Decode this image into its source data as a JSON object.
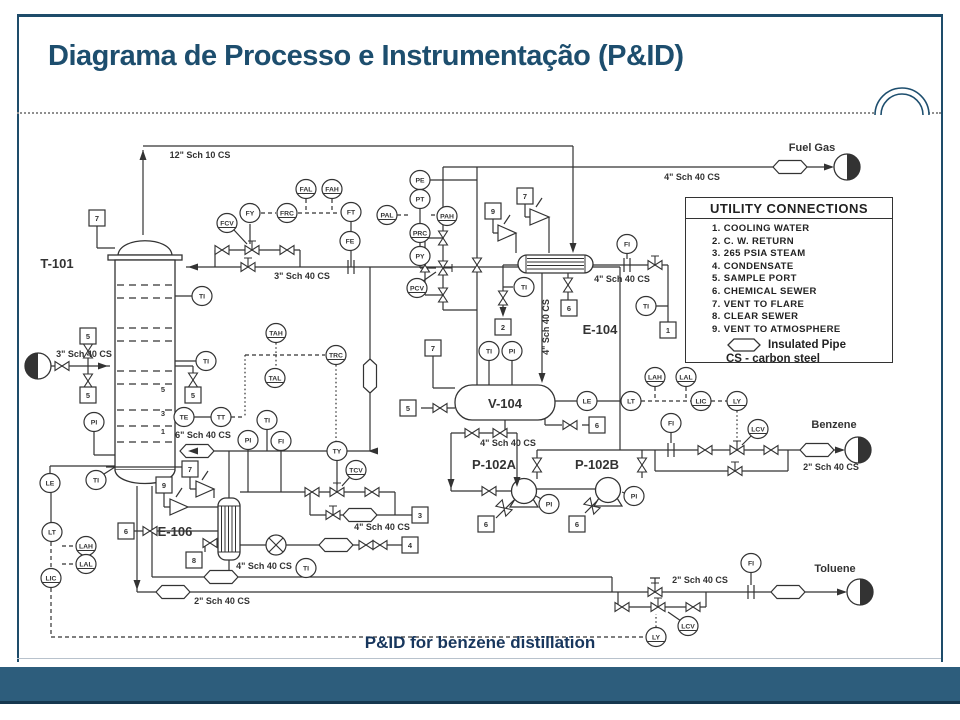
{
  "slide": {
    "title": "Diagrama de Processo e Instrumentação (P&ID)",
    "caption": "P&ID for benzene distillation"
  },
  "utility_box": {
    "title": "UTILITY CONNECTIONS",
    "items": [
      "1.  COOLING WATER",
      "2.  C. W. RETURN",
      "3.  265 PSIA STEAM",
      "4.  CONDENSATE",
      "5.  SAMPLE PORT",
      "6.  CHEMICAL SEWER",
      "7.  VENT TO FLARE",
      "8.  CLEAR SEWER",
      "9.  VENT TO ATMOSPHERE"
    ],
    "insulated_pipe_label": "Insulated Pipe",
    "cs_note": "CS - carbon steel"
  },
  "diagram": {
    "equipment_labels": [
      [
        "T-101",
        57,
        268
      ],
      [
        "E-104",
        600,
        334
      ],
      [
        "E-106",
        175,
        536
      ],
      [
        "V-104",
        505,
        408
      ],
      [
        "P-102A",
        494,
        469
      ],
      [
        "P-102B",
        597,
        469
      ]
    ],
    "stream_labels": [
      [
        "Fuel Gas",
        812,
        151
      ],
      [
        "Benzene",
        834,
        428
      ],
      [
        "Toluene",
        835,
        572
      ]
    ],
    "pipe_labels": [
      [
        "12\" Sch 10  CS",
        200,
        158,
        0
      ],
      [
        "3\" Sch 40 CS",
        302,
        279,
        0
      ],
      [
        "3\" Sch 40 CS",
        84,
        357,
        0
      ],
      [
        "4\" Sch 40 CS",
        692,
        180,
        0
      ],
      [
        "4\" Sch 40 CS",
        622,
        282,
        0
      ],
      [
        "4\" Sch 40 CS",
        549,
        327,
        -90
      ],
      [
        "4\" Sch 40 CS",
        508,
        446,
        0
      ],
      [
        "4\" Sch 40 CS",
        382,
        530,
        0
      ],
      [
        "4\" Sch 40 CS",
        264,
        569,
        0
      ],
      [
        "2\" Sch 40 CS",
        222,
        604,
        0
      ],
      [
        "2\" Sch 40 CS",
        831,
        470,
        0
      ],
      [
        "2\" Sch 40 CS",
        700,
        583,
        0
      ],
      [
        "6\" Sch 40 CS",
        203,
        438,
        0
      ]
    ],
    "instruments": [
      [
        "FCV",
        227,
        223,
        1
      ],
      [
        "FY",
        250,
        213,
        0
      ],
      [
        "FRC",
        287,
        213,
        1
      ],
      [
        "FAL",
        306,
        189,
        1
      ],
      [
        "FAH",
        332,
        189,
        1
      ],
      [
        "FT",
        351,
        212,
        0
      ],
      [
        "FE",
        350,
        241,
        0
      ],
      [
        "PE",
        420,
        180,
        0
      ],
      [
        "PT",
        420,
        199,
        0
      ],
      [
        "PAL",
        387,
        215,
        1
      ],
      [
        "PAH",
        447,
        216,
        1
      ],
      [
        "PRC",
        420,
        233,
        1
      ],
      [
        "PY",
        420,
        256,
        0
      ],
      [
        "PCV",
        417,
        288,
        1
      ],
      [
        "TI",
        202,
        296,
        0
      ],
      [
        "TI",
        206,
        361,
        0
      ],
      [
        "TAH",
        276,
        333,
        1
      ],
      [
        "TAL",
        275,
        378,
        1
      ],
      [
        "TRC",
        336,
        355,
        1
      ],
      [
        "TE",
        184,
        417,
        0
      ],
      [
        "TT",
        221,
        417,
        0
      ],
      [
        "TY",
        337,
        451,
        0
      ],
      [
        "TCV",
        356,
        470,
        1
      ],
      [
        "PI",
        94,
        422,
        0
      ],
      [
        "TI",
        96,
        480,
        0
      ],
      [
        "LE",
        50,
        483,
        0
      ],
      [
        "LT",
        52,
        532,
        0
      ],
      [
        "LAH",
        86,
        546,
        1
      ],
      [
        "LAL",
        86,
        564,
        1
      ],
      [
        "LIC",
        51,
        578,
        1
      ],
      [
        "TI",
        267,
        420,
        0
      ],
      [
        "PI",
        248,
        440,
        0
      ],
      [
        "FI",
        281,
        441,
        0
      ],
      [
        "TI",
        524,
        287,
        0
      ],
      [
        "FI",
        627,
        244,
        0
      ],
      [
        "TI",
        646,
        306,
        0
      ],
      [
        "TI",
        489,
        351,
        0
      ],
      [
        "PI",
        512,
        351,
        0
      ],
      [
        "LE",
        587,
        401,
        0
      ],
      [
        "LT",
        631,
        401,
        0
      ],
      [
        "LAH",
        655,
        377,
        1
      ],
      [
        "LAL",
        686,
        377,
        1
      ],
      [
        "LIC",
        701,
        401,
        1
      ],
      [
        "LY",
        737,
        401,
        1
      ],
      [
        "LCV",
        758,
        429,
        1
      ],
      [
        "FI",
        671,
        423,
        0
      ],
      [
        "PI",
        549,
        504,
        0
      ],
      [
        "PI",
        634,
        496,
        0
      ],
      [
        "TI",
        306,
        568,
        0
      ],
      [
        "FI",
        751,
        563,
        0
      ],
      [
        "LY",
        656,
        637,
        1
      ],
      [
        "LCV",
        688,
        626,
        1
      ]
    ],
    "utility_squares": [
      [
        "7",
        97,
        218
      ],
      [
        "5",
        88,
        336
      ],
      [
        "5",
        88,
        395
      ],
      [
        "5",
        193,
        395
      ],
      [
        "9",
        493,
        211
      ],
      [
        "7",
        525,
        196
      ],
      [
        "2",
        503,
        327
      ],
      [
        "6",
        569,
        308
      ],
      [
        "1",
        668,
        330
      ],
      [
        "7",
        433,
        348
      ],
      [
        "5",
        408,
        408
      ],
      [
        "6",
        597,
        425
      ],
      [
        "6",
        486,
        524
      ],
      [
        "6",
        577,
        524
      ],
      [
        "3",
        420,
        515
      ],
      [
        "4",
        410,
        545
      ],
      [
        "9",
        164,
        485
      ],
      [
        "7",
        190,
        469
      ],
      [
        "6",
        126,
        531
      ],
      [
        "8",
        194,
        560
      ]
    ],
    "tray_numbers": [
      [
        "5",
        163,
        392
      ],
      [
        "3",
        163,
        416
      ],
      [
        "1",
        163,
        434
      ]
    ]
  },
  "colors": {
    "accent": "#1d4e6e",
    "caption_text": "#17365d",
    "footer_bar": "#2d5d7c",
    "diagram_ink": "#333333"
  }
}
